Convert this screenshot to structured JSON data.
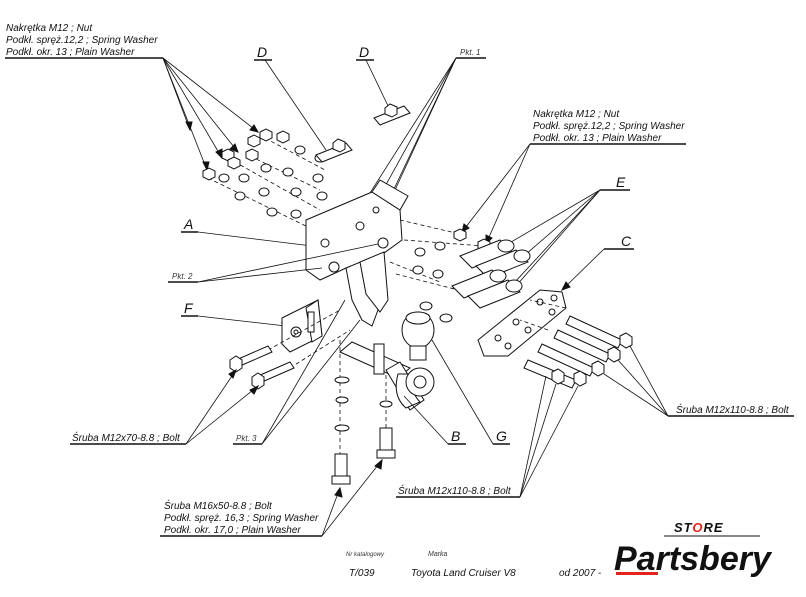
{
  "labels": {
    "nut_top_left": [
      "Nakrętka  M12 ; Nut",
      "Podkł. spręż.12,2 ; Spring Washer",
      "Podkł. okr. 13 ; Plain Washer"
    ],
    "nut_right": [
      "Nakrętka  M12 ; Nut",
      "Podkł. spręż.12,2 ; Spring Washer",
      "Podkł. okr. 13 ; Plain Washer"
    ],
    "bolt_m16": [
      "Śruba M16x50-8.8 ;  Bolt",
      "Podkł. spręż. 16,3 ; Spring Washer",
      "Podkł. okr. 17,0 ; Plain Washer"
    ],
    "bolt_m12x70": "Śruba M12x70-8.8 ;  Bolt",
    "bolt_m12x110_right": "Śruba M12x110-8.8 ;  Bolt",
    "bolt_m12x110_bottom": "Śruba M12x110-8.8 ;  Bolt",
    "pkt1": "Pkt. 1",
    "pkt2": "Pkt. 2",
    "pkt3": "Pkt. 3",
    "part_a": "A",
    "part_b": "B",
    "part_c": "C",
    "part_d1": "D",
    "part_d2": "D",
    "part_e": "E",
    "part_f": "F",
    "part_g": "G"
  },
  "footer": {
    "catalog_caption": "Nr katalogowy",
    "catalog_number": "T/039",
    "brand_caption": "Marka",
    "model": "Toyota Land Cruiser V8",
    "years": "od 2007 -"
  },
  "logo": {
    "store": "STORE",
    "name": "Partsbery",
    "accent": "#e1251b",
    "text_color": "#111111"
  }
}
